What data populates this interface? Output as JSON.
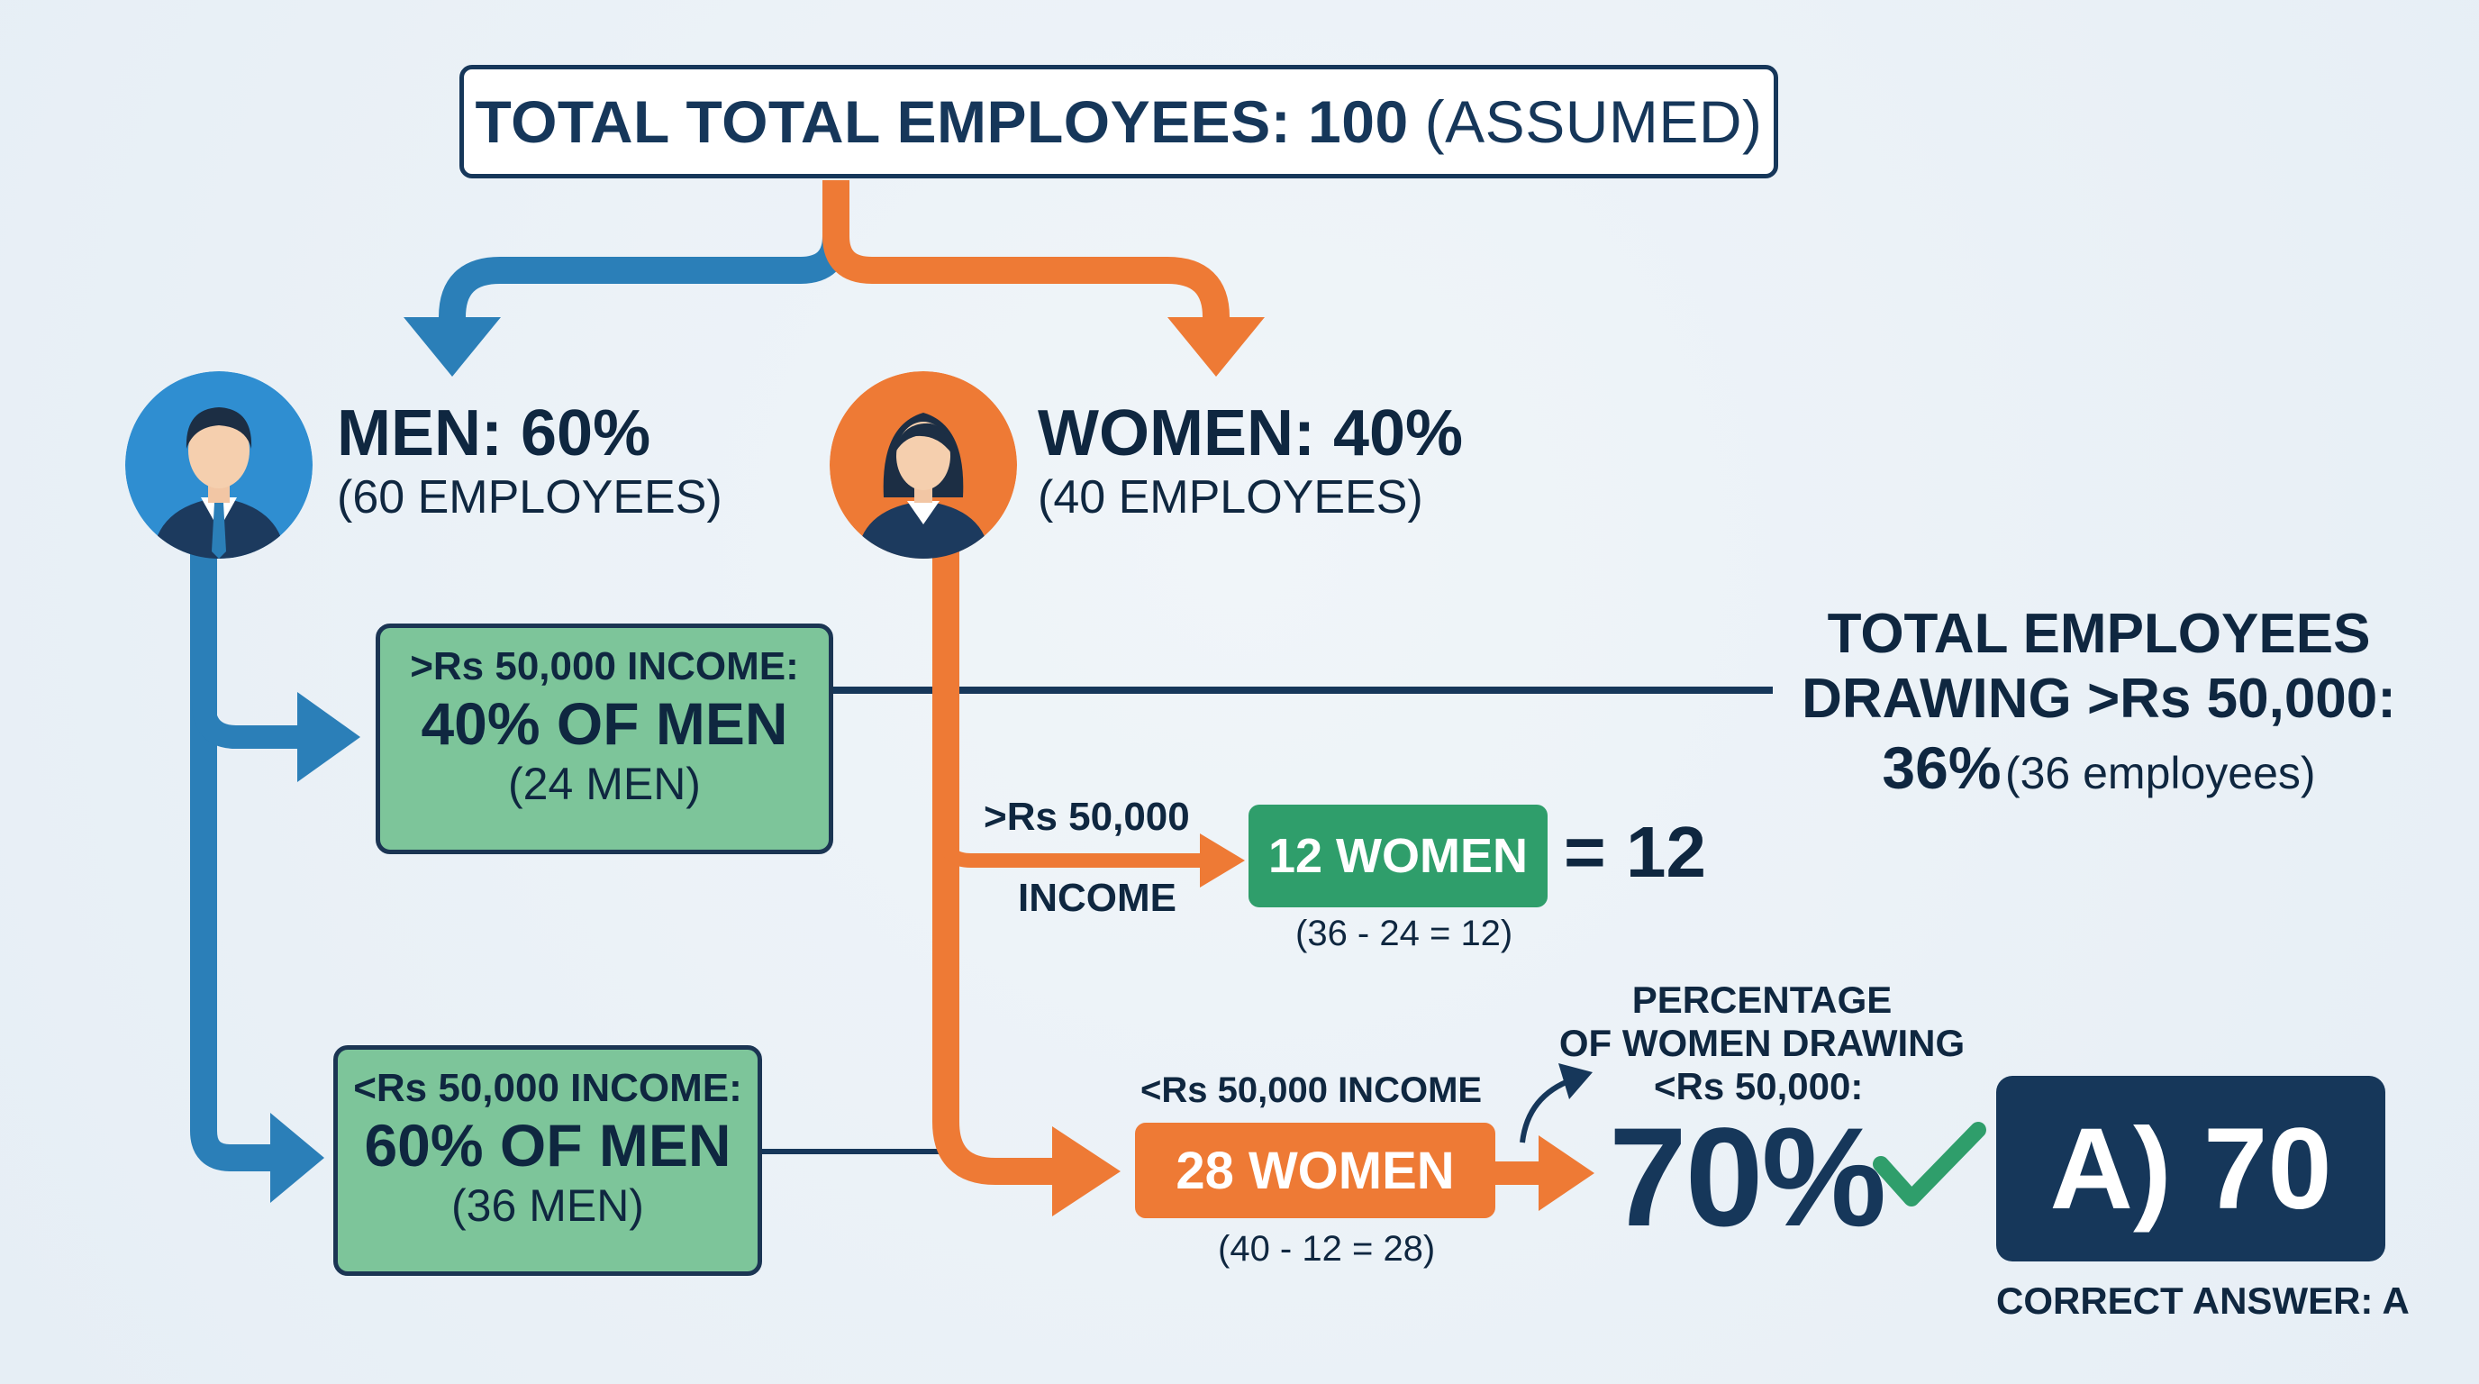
{
  "title": {
    "bold": "TOTAL TOTAL EMPLOYEES: 100",
    "light": "(ASSUMED)"
  },
  "men": {
    "heading": "MEN: 60%",
    "count": "(60 EMPLOYEES)",
    "icon": "man-avatar-icon",
    "high_income": {
      "label": ">Rs 50,000 INCOME:",
      "value": "40% OF MEN",
      "count": "(24 MEN)"
    },
    "low_income": {
      "label": "<Rs 50,000 INCOME:",
      "value": "60% OF MEN",
      "count": "(36 MEN)"
    }
  },
  "women": {
    "heading": "WOMEN: 40%",
    "count": "(40 EMPLOYEES)",
    "icon": "woman-avatar-icon",
    "high_income": {
      "label_top": ">Rs 50,000",
      "label_bottom": "INCOME",
      "pill": "12 WOMEN",
      "equals": "= 12",
      "calc": "(36 - 24 = 12)"
    },
    "low_income": {
      "label": "<Rs 50,000 INCOME",
      "pill": "28 WOMEN",
      "calc": "(40 - 12 = 28)"
    }
  },
  "total_high": {
    "line1": "TOTAL EMPLOYEES",
    "line2": "DRAWING >Rs 50,000:",
    "percent": "36%",
    "count": "(36 employees)"
  },
  "result": {
    "question_line1": "PERCENTAGE",
    "question_line2": "OF WOMEN DRAWING",
    "question_line3": "<Rs 50,000:",
    "percent": "70%",
    "check_icon": "check-mark-icon",
    "answer": "A) 70",
    "answer_caption": "CORRECT ANSWER: A"
  },
  "colors": {
    "men_blue": "#2b7fb8",
    "women_orange": "#ee7a35",
    "green_box": "#7dc59a",
    "green_pill": "#2f9e6b",
    "navy": "#16375a",
    "check_green": "#2f9e6b"
  }
}
